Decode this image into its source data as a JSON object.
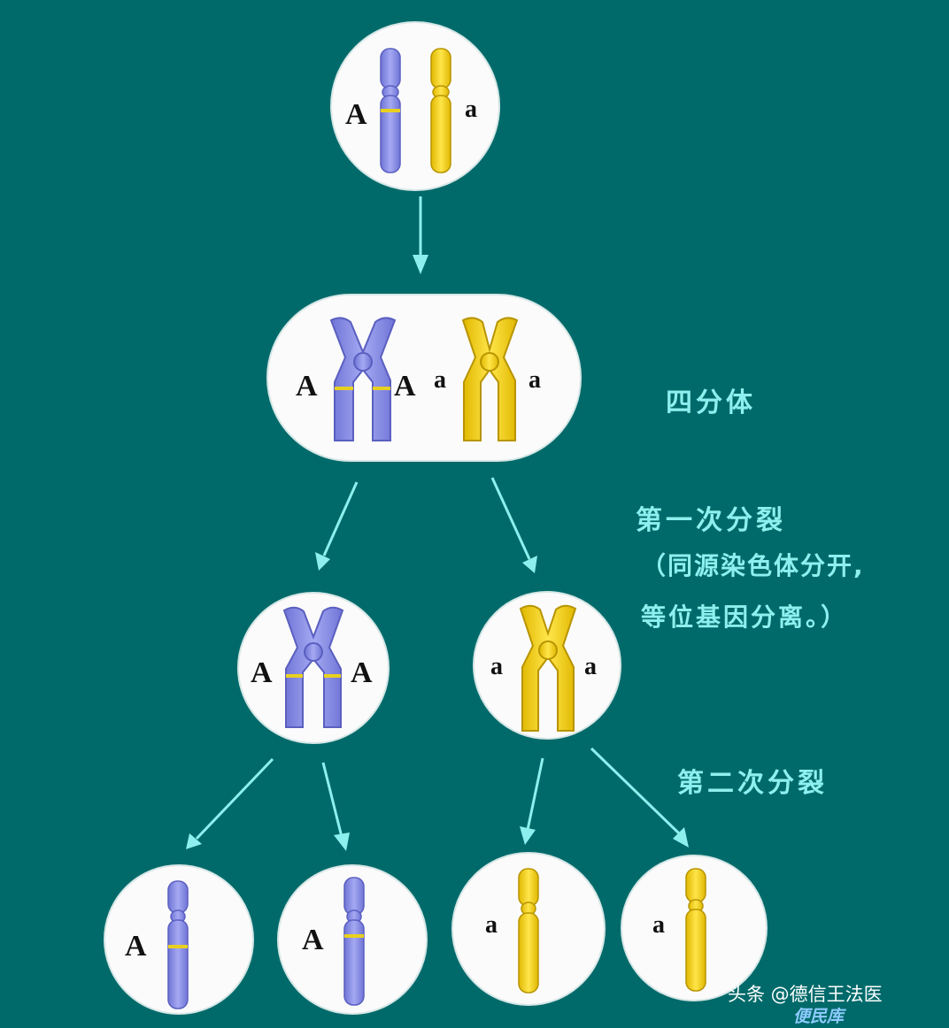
{
  "colors": {
    "background": "#006a6a",
    "arrow": "#8ef0ee",
    "caption": "#8ef0ee",
    "chromosome_blue": "#8a8ee8",
    "chromosome_yellow": "#f2d11a",
    "cell_fill": "#fbfbfb"
  },
  "stages": {
    "parent_cell": {
      "allele_left": "A",
      "allele_right": "a"
    },
    "tetrad_cell": {
      "allele_1": "A",
      "allele_2": "A",
      "allele_3": "a",
      "allele_4": "a"
    },
    "meiosis1_left_cell": {
      "allele_left": "A",
      "allele_right": "A"
    },
    "meiosis1_right_cell": {
      "allele_left": "a",
      "allele_right": "a"
    },
    "gametes": [
      {
        "allele": "A"
      },
      {
        "allele": "A"
      },
      {
        "allele": "a"
      },
      {
        "allele": "a"
      }
    ]
  },
  "labels": {
    "tetrad": "四分体",
    "first_division": "第一次分裂",
    "first_division_note_line1": "（同源染色体分开,",
    "first_division_note_line2": "等位基因分离。）",
    "second_division": "第二次分裂"
  },
  "watermark": {
    "source": "头条 @德信王法医",
    "site": "便民库"
  }
}
